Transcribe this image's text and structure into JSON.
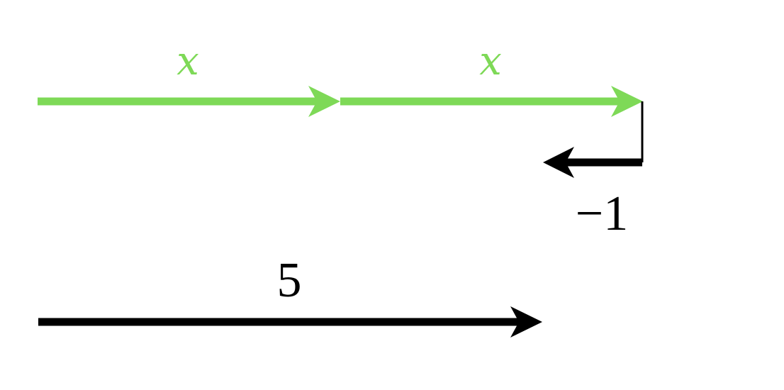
{
  "colors": {
    "green": "#7ed957",
    "black": "#000000"
  },
  "labels": {
    "green_arrow_1": "x",
    "green_arrow_2": "x",
    "minus_one_arrow": "−1",
    "five_arrow": "5"
  }
}
